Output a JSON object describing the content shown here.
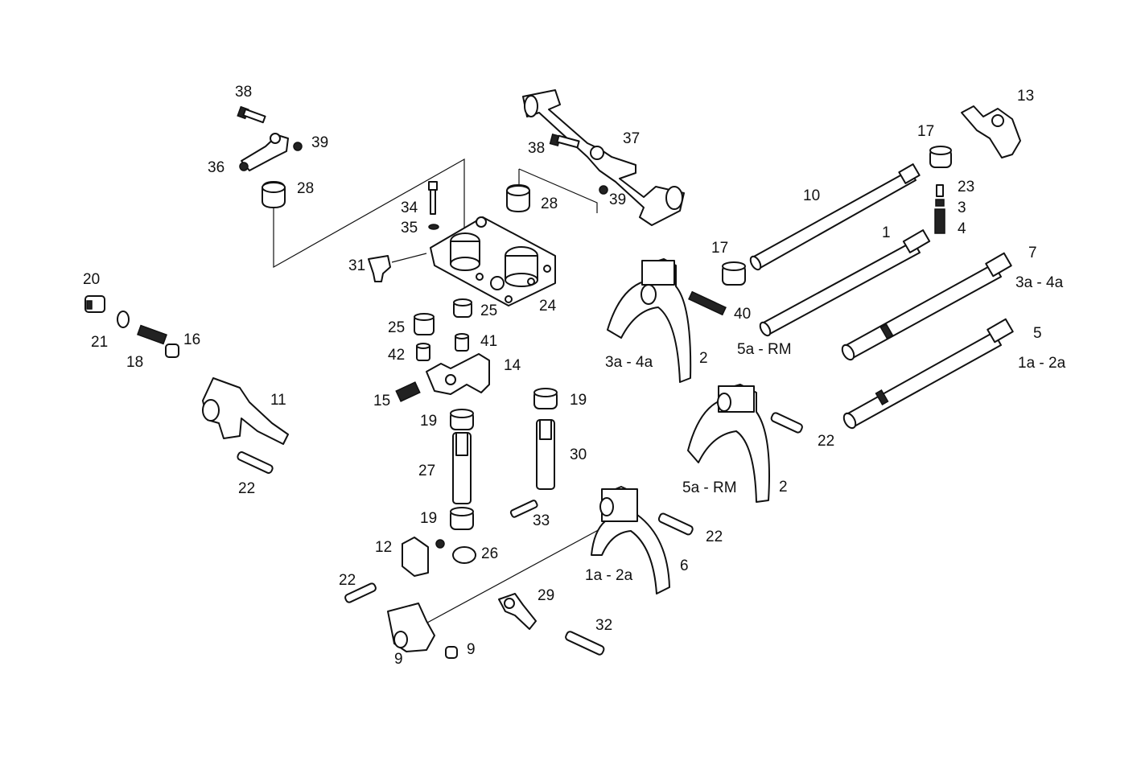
{
  "diagram": {
    "labels": [
      {
        "id": "l38a",
        "text": "38"
      },
      {
        "id": "l39a",
        "text": "39"
      },
      {
        "id": "l36",
        "text": "36"
      },
      {
        "id": "l28a",
        "text": "28"
      },
      {
        "id": "l34",
        "text": "34"
      },
      {
        "id": "l35",
        "text": "35"
      },
      {
        "id": "l28b",
        "text": "28"
      },
      {
        "id": "l38b",
        "text": "38"
      },
      {
        "id": "l37",
        "text": "37"
      },
      {
        "id": "l39b",
        "text": "39"
      },
      {
        "id": "l13",
        "text": "13"
      },
      {
        "id": "l17a",
        "text": "17"
      },
      {
        "id": "l23",
        "text": "23"
      },
      {
        "id": "l3",
        "text": "3"
      },
      {
        "id": "l4",
        "text": "4"
      },
      {
        "id": "l10",
        "text": "10"
      },
      {
        "id": "l1",
        "text": "1"
      },
      {
        "id": "l17b",
        "text": "17"
      },
      {
        "id": "l7",
        "text": "7"
      },
      {
        "id": "l3a4a_r",
        "text": "3a - 4a"
      },
      {
        "id": "l31",
        "text": "31"
      },
      {
        "id": "l24",
        "text": "24"
      },
      {
        "id": "l20",
        "text": "20"
      },
      {
        "id": "l21",
        "text": "21"
      },
      {
        "id": "l18",
        "text": "18"
      },
      {
        "id": "l16",
        "text": "16"
      },
      {
        "id": "l25a",
        "text": "25"
      },
      {
        "id": "l25b",
        "text": "25"
      },
      {
        "id": "l41",
        "text": "41"
      },
      {
        "id": "l42",
        "text": "42"
      },
      {
        "id": "l14",
        "text": "14"
      },
      {
        "id": "l40",
        "text": "40"
      },
      {
        "id": "l5aRM_a",
        "text": "5a - RM"
      },
      {
        "id": "l5",
        "text": "5"
      },
      {
        "id": "l1a2a_r",
        "text": "1a - 2a"
      },
      {
        "id": "l3a4a_f",
        "text": "3a - 4a"
      },
      {
        "id": "l2a",
        "text": "2"
      },
      {
        "id": "l11",
        "text": "11"
      },
      {
        "id": "l15",
        "text": "15"
      },
      {
        "id": "l19a",
        "text": "19"
      },
      {
        "id": "l19b",
        "text": "19"
      },
      {
        "id": "l22a",
        "text": "22"
      },
      {
        "id": "l27",
        "text": "27"
      },
      {
        "id": "l30",
        "text": "30"
      },
      {
        "id": "l22b",
        "text": "22"
      },
      {
        "id": "l5aRM_b",
        "text": "5a - RM"
      },
      {
        "id": "l2b",
        "text": "2"
      },
      {
        "id": "l19c",
        "text": "19"
      },
      {
        "id": "l33",
        "text": "33"
      },
      {
        "id": "l22c",
        "text": "22"
      },
      {
        "id": "l12",
        "text": "12"
      },
      {
        "id": "l26",
        "text": "26"
      },
      {
        "id": "l1a2a_f",
        "text": "1a - 2a"
      },
      {
        "id": "l6",
        "text": "6"
      },
      {
        "id": "l22d",
        "text": "22"
      },
      {
        "id": "l29",
        "text": "29"
      },
      {
        "id": "l32",
        "text": "32"
      },
      {
        "id": "l9a",
        "text": "9"
      },
      {
        "id": "l9b",
        "text": "9"
      }
    ]
  }
}
